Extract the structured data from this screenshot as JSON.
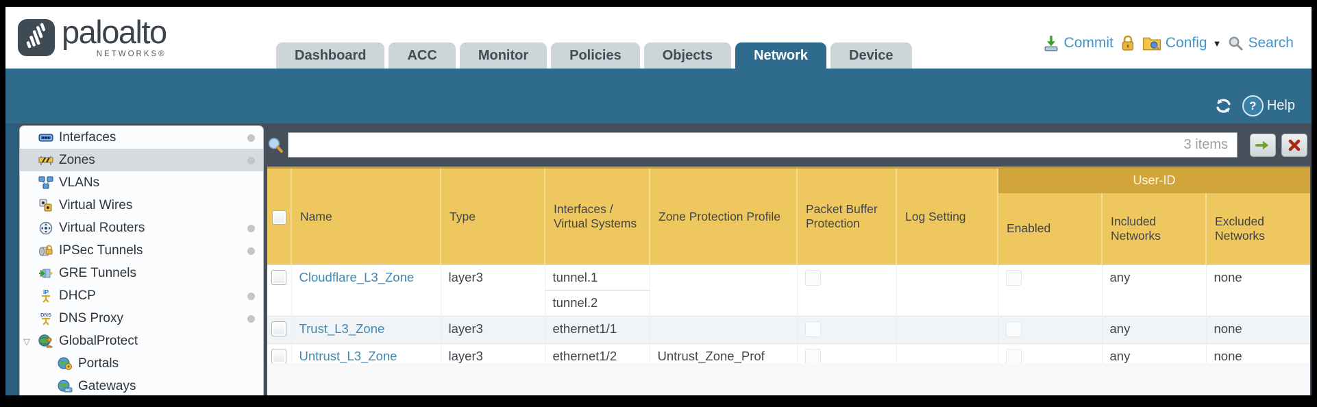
{
  "colors": {
    "teal_band": "#2f6b8c",
    "slate_background": "#46505a",
    "table_header_gold": "#eec85e",
    "user_id_band_gold": "#d2a53c",
    "active_tab": "#2e6b8d",
    "link_blue": "#4187b0"
  },
  "header": {
    "logo_word": "paloalto",
    "logo_sub": "NETWORKS®",
    "tabs": [
      {
        "label": "Dashboard",
        "active": false
      },
      {
        "label": "ACC",
        "active": false
      },
      {
        "label": "Monitor",
        "active": false
      },
      {
        "label": "Policies",
        "active": false
      },
      {
        "label": "Objects",
        "active": false
      },
      {
        "label": "Network",
        "active": true
      },
      {
        "label": "Device",
        "active": false
      }
    ],
    "actions": {
      "commit_label": "Commit",
      "config_label": "Config",
      "search_label": "Search"
    }
  },
  "teal_bar": {
    "help_label": "Help",
    "help_glyph": "?"
  },
  "sidebar": {
    "items": [
      {
        "label": "Interfaces"
      },
      {
        "label": "Zones"
      },
      {
        "label": "VLANs"
      },
      {
        "label": "Virtual Wires"
      },
      {
        "label": "Virtual Routers"
      },
      {
        "label": "IPSec Tunnels"
      },
      {
        "label": "GRE Tunnels"
      },
      {
        "label": "DHCP"
      },
      {
        "label": "DNS Proxy"
      },
      {
        "label": "GlobalProtect"
      },
      {
        "label": "Portals"
      },
      {
        "label": "Gateways"
      }
    ],
    "expander_glyph": "▽"
  },
  "filter": {
    "value": "",
    "count_label": "3 items"
  },
  "table": {
    "group_header": "User-ID",
    "columns": {
      "name": "Name",
      "type": "Type",
      "interfaces": "Interfaces / Virtual Systems",
      "zone_protection_profile": "Zone Protection Profile",
      "packet_buffer_protection": "Packet Buffer Protection",
      "log_setting": "Log Setting",
      "enabled": "Enabled",
      "included_networks": "Included Networks",
      "excluded_networks": "Excluded Networks"
    },
    "rows": [
      {
        "name": "Cloudflare_L3_Zone",
        "type": "layer3",
        "interfaces": [
          "tunnel.1",
          "tunnel.2"
        ],
        "zone_protection_profile": "",
        "log_setting": "",
        "included_networks": "any",
        "excluded_networks": "none"
      },
      {
        "name": "Trust_L3_Zone",
        "type": "layer3",
        "interfaces": [
          "ethernet1/1"
        ],
        "zone_protection_profile": "",
        "log_setting": "",
        "included_networks": "any",
        "excluded_networks": "none"
      },
      {
        "name": "Untrust_L3_Zone",
        "type": "layer3",
        "interfaces": [
          "ethernet1/2"
        ],
        "zone_protection_profile": "Untrust_Zone_Prof",
        "log_setting": "",
        "included_networks": "any",
        "excluded_networks": "none"
      }
    ]
  }
}
